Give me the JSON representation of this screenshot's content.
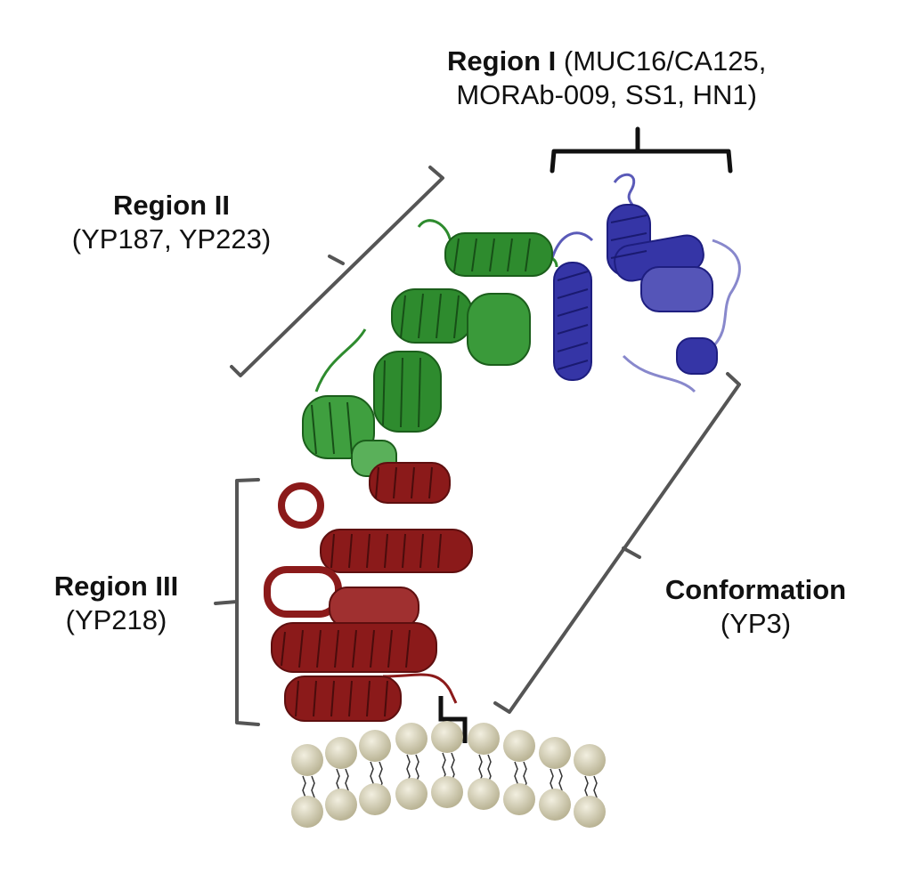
{
  "regions": {
    "region1": {
      "name": "Region I",
      "detail_line1": "(MUC16/CA125,",
      "detail_line2": "MORAb-009, SS1,  HN1)",
      "color": "#3a3aa8"
    },
    "region2": {
      "name": "Region II",
      "detail": "(YP187, YP223)",
      "color": "#2e8b2e"
    },
    "region3": {
      "name": "Region III",
      "detail": "(YP218)",
      "color": "#8b1a1a"
    },
    "conformation": {
      "name": "Conformation",
      "detail": "(YP3)"
    }
  },
  "colors": {
    "bracket": "#555555",
    "bracket_dark": "#111111",
    "lipid_head": "#c9c4a6",
    "lipid_tail": "#333333"
  },
  "icons": {
    "protein": "protein-ribbon-structure",
    "membrane": "lipid-bilayer",
    "anchor": "gpi-anchor"
  }
}
